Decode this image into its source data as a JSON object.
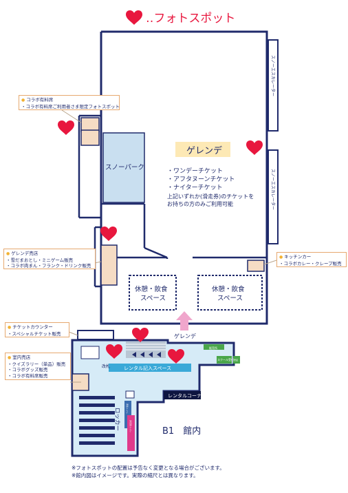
{
  "title": "‥フォトスポット",
  "colors": {
    "heart": "#e8173e",
    "wall": "#1f2a6b",
    "floor_b1": "#d6ebf7",
    "snowpark": "#c9dff0",
    "callout_border": "#e6a86f",
    "callout_bg": "#ffffff",
    "pink_arrow": "#f0a6cc",
    "kitchen_car": "#f5dcc4"
  },
  "areas": {
    "slope": "ゲレンデ",
    "slope_tickets": [
      "・ワンデーチケット",
      "・アフタヌーンチケット",
      "・ナイターチケット"
    ],
    "slope_note": [
      "上記いずれか(滑走券)のチケットを",
      "お持ちの方のみご利用可能"
    ],
    "snowpark": "スノーパーク",
    "rest_area_left": [
      "休憩・飲食",
      "スペース"
    ],
    "rest_area_right": [
      "休憩・飲食",
      "スペース"
    ],
    "escalator_top": "スノーエスカレーター",
    "escalator_bottom": "スノーエスカレーター",
    "slope_entrance": "ゲレンデ",
    "rental_space": "レンタル記入スペース",
    "rental_corner": "レンタルコーナー",
    "locker": "ロッカー",
    "gate": "改札",
    "b1": "B1　館内",
    "small_tags": [
      "販売所",
      "スクール受付",
      "売店"
    ],
    "pink_block": "多目的トイレ",
    "blue_block": "男性トイレ"
  },
  "callouts": {
    "collabo_seat": {
      "title": "コラボ有料席",
      "lines": [
        "・コラボ有料席ご利用者さま限定フォトスポット"
      ]
    },
    "slope_shop": {
      "title": "ゲレンデ売店",
      "lines": [
        "・雪だまおとし・ミニゲーム販売",
        "・コラボ肉まん・フランク・ドリンク販売"
      ]
    },
    "kitchen_car": {
      "title": "キッチンカー",
      "lines": [
        "・コラボカレー・クレープ販売"
      ]
    },
    "ticket_counter": {
      "title": "チケットカウンター",
      "lines": [
        "・スペシャルチケット販売"
      ]
    },
    "indoor_shop": {
      "title": "室内売店",
      "lines": [
        "・クイズラリー（単品）販売",
        "・コラボグッズ販売",
        "・コラボ有料席販売"
      ]
    }
  },
  "notes": [
    "※フォトスポットの配置は予告なく変更となる場合がございます。",
    "※館内図はイメージです。実際の縮尺とは異なります。"
  ]
}
